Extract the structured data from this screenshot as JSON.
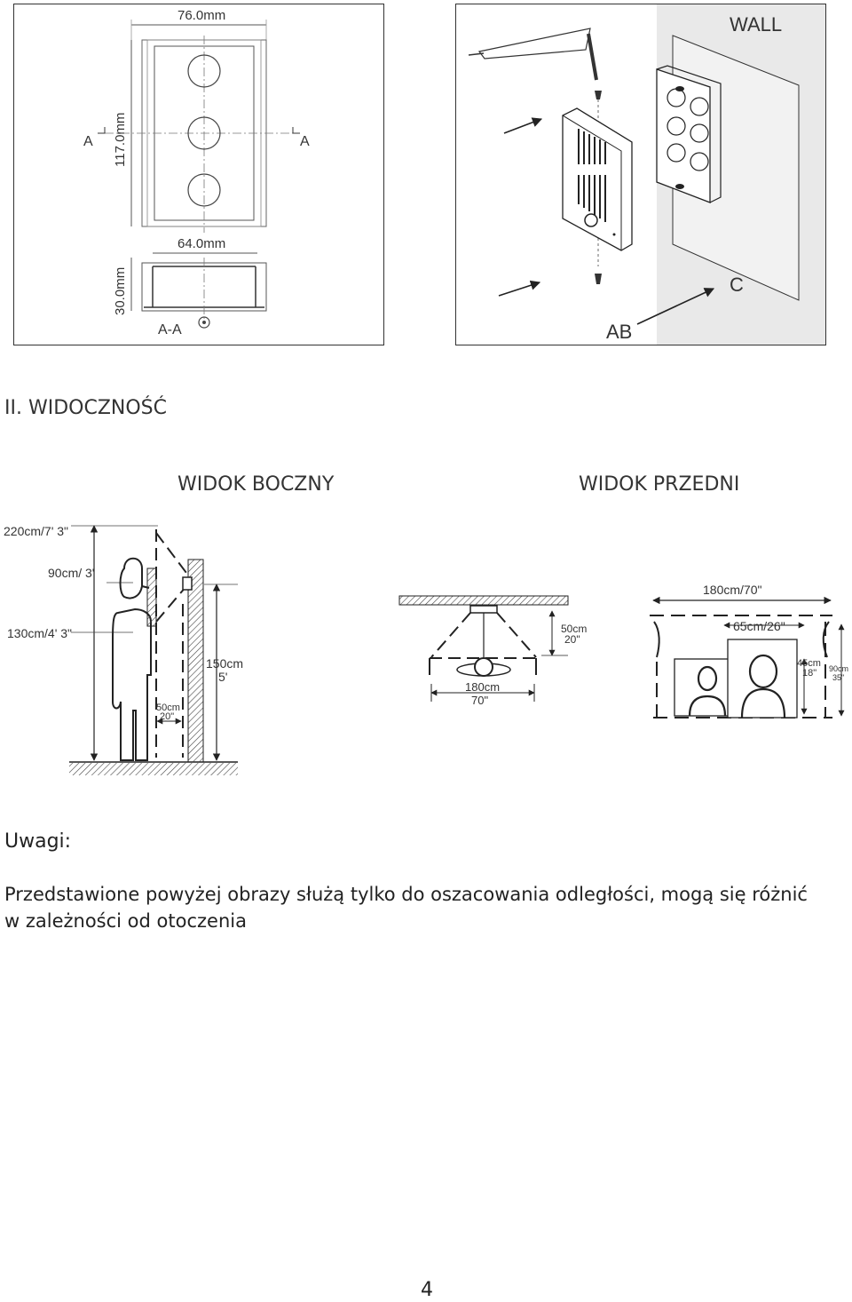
{
  "top_left": {
    "width_dim": "76.0mm",
    "height_dim": "117.0mm",
    "section_mark": "A",
    "inner_width_dim": "64.0mm",
    "depth_dim": "30.0mm",
    "section_label": "A-A"
  },
  "top_right": {
    "wall_label": "WALL",
    "label_ab": "AB",
    "label_c": "C"
  },
  "section": {
    "title": "II. WIDOCZNOŚĆ"
  },
  "side_view": {
    "title": "WIDOK BOCZNY",
    "height_total": "220cm/7' 3\"",
    "height_person": "90cm/ 3'",
    "height_mount": "130cm/4' 3\"",
    "depth_near": "50cm\n20\"",
    "depth_near_line1": "50cm",
    "depth_near_line2": "20\"",
    "camera_height_line1": "150cm",
    "camera_height_line2": "5'",
    "top_offset_line1": "50cm",
    "top_offset_line2": "20\"",
    "width_line1": "180cm",
    "width_line2": "70\""
  },
  "front_view": {
    "title": "WIDOK PRZEDNI",
    "width_total": "180cm/70\"",
    "width_inner": "65cm/26\"",
    "h_small_line1": "45cm",
    "h_small_line2": "18\"",
    "h_large_line1": "90cm",
    "h_large_line2": "35\""
  },
  "notes": {
    "heading": "Uwagi:",
    "line1": "Przedstawione powyżej obrazy służą tylko do oszacowania odległości, mogą się różnić",
    "line2": "w zależności od otoczenia"
  },
  "page_number": "4"
}
